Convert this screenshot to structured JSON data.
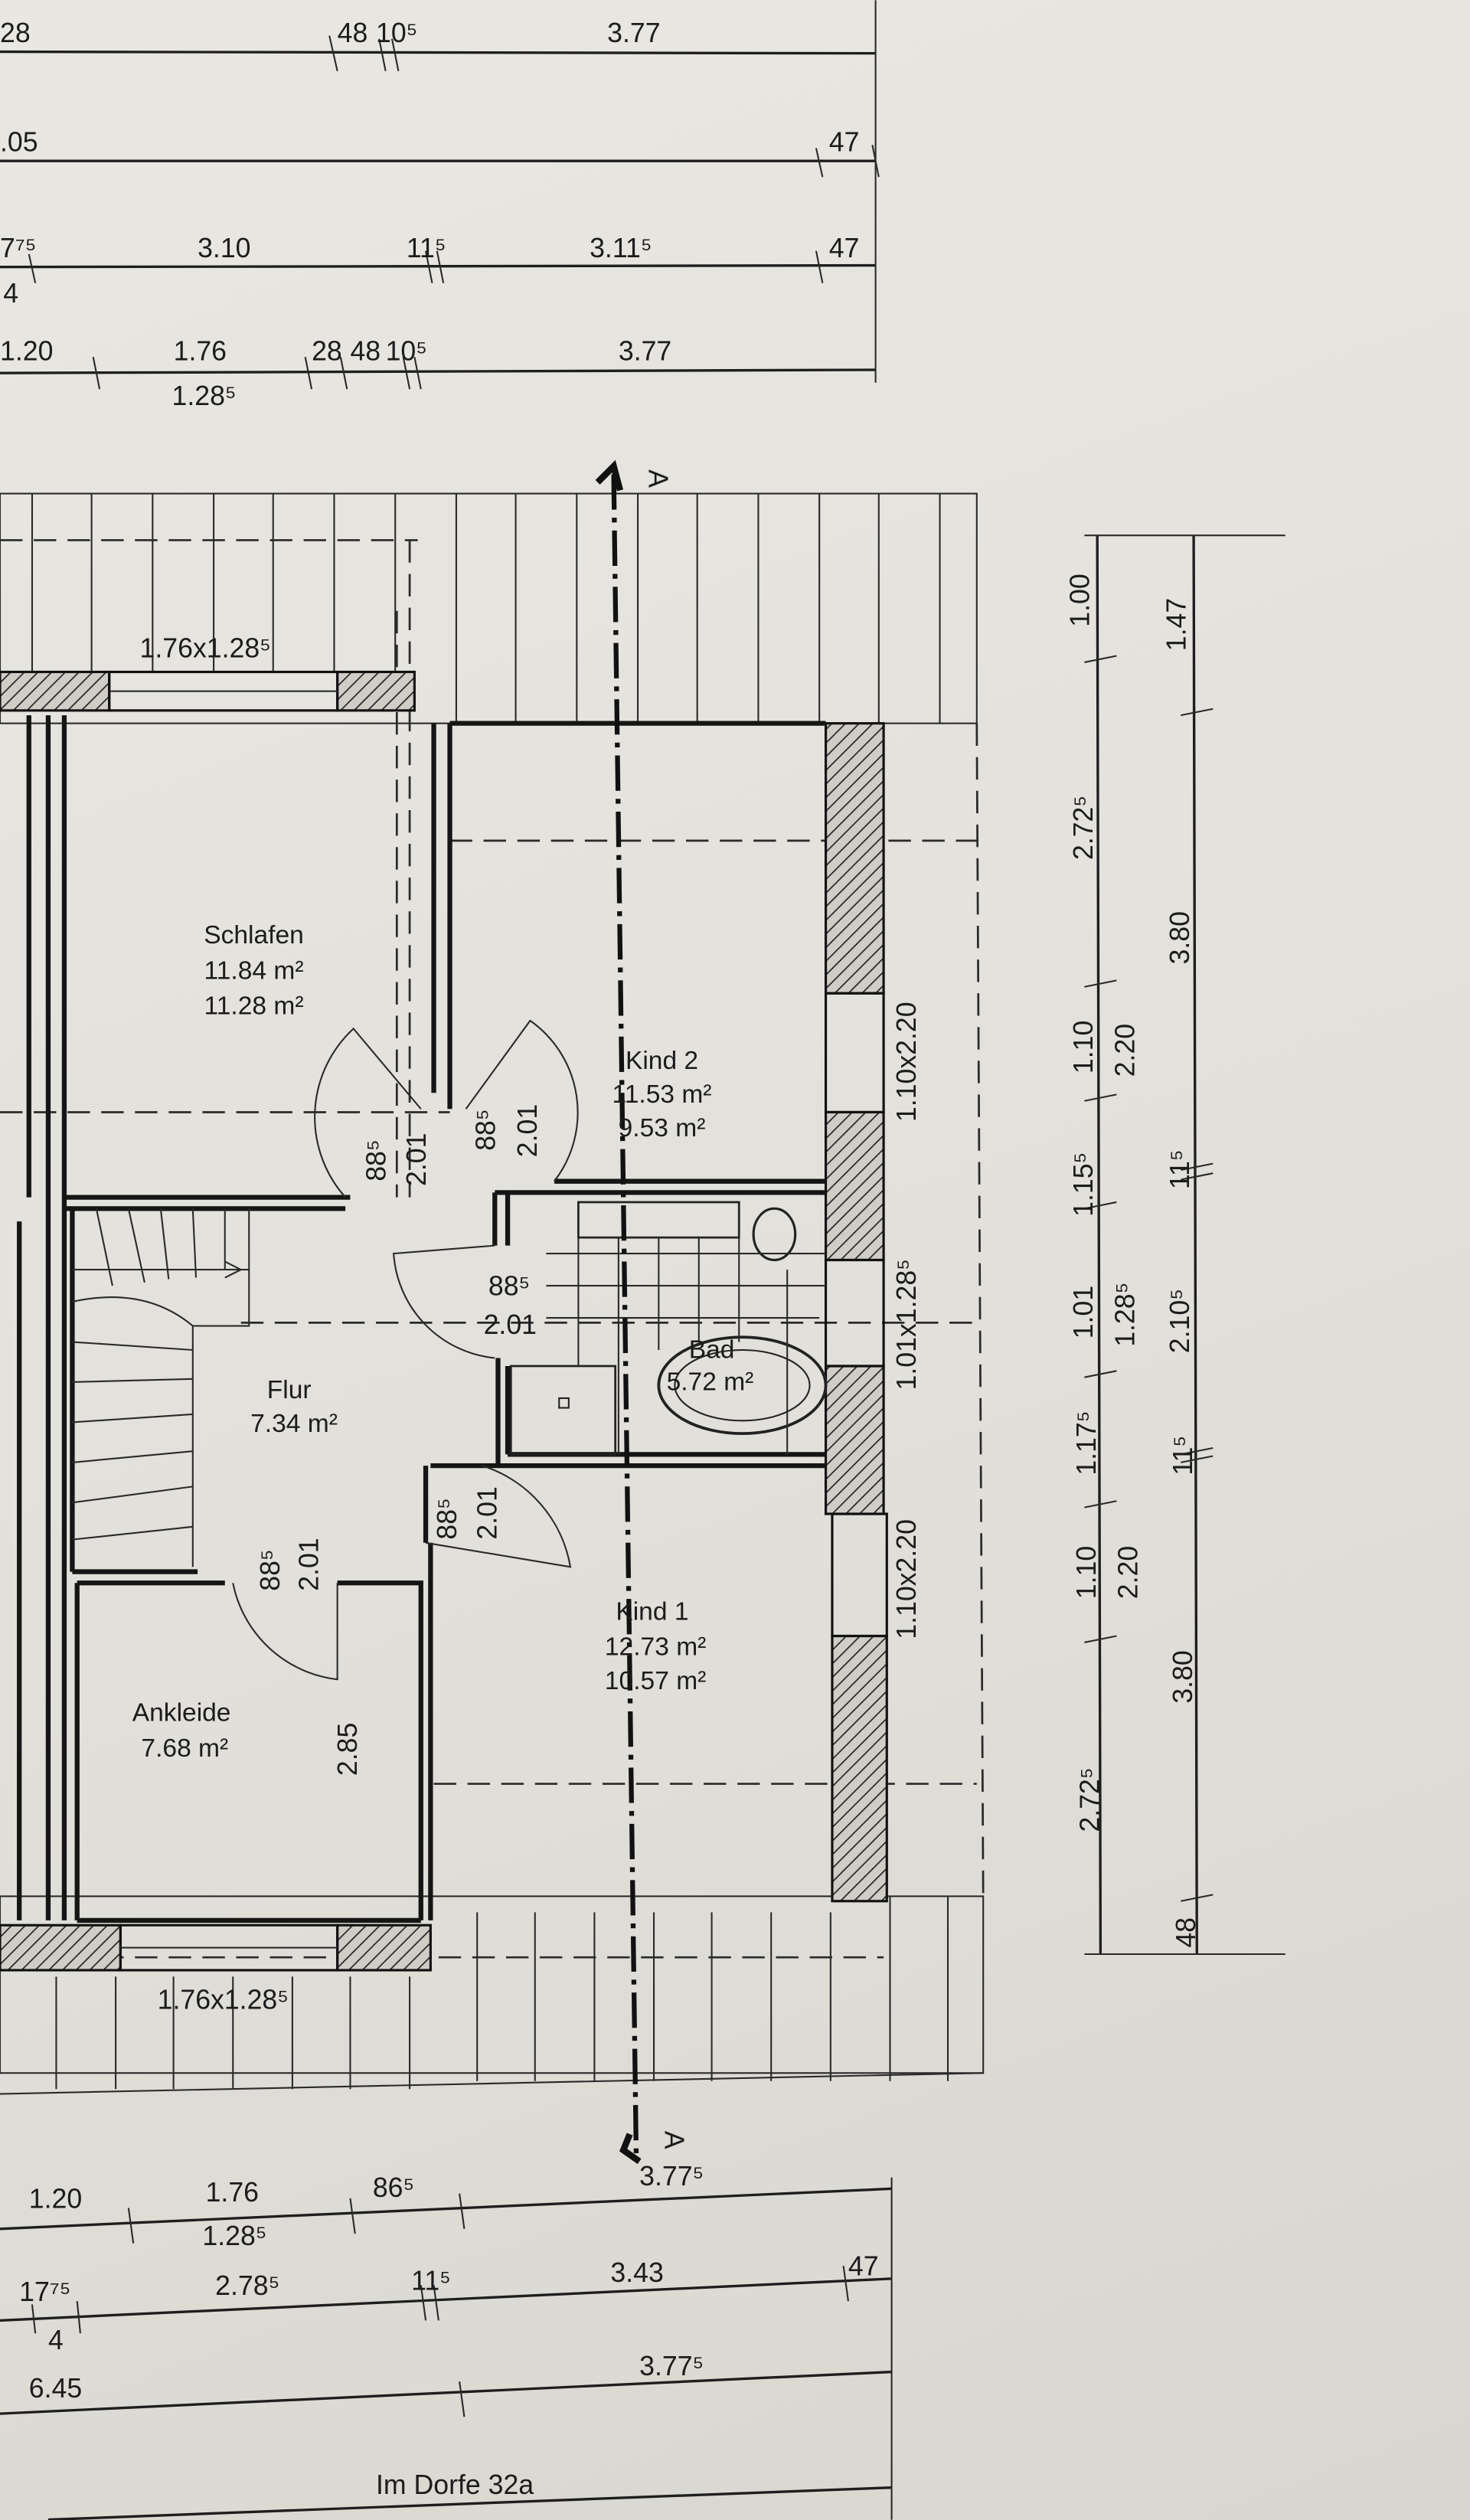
{
  "colors": {
    "paper": "#e3e1db",
    "ink": "#1c1c1c"
  },
  "top_dimensions": {
    "row1": [
      "28",
      "48",
      "10⁵",
      "3.77"
    ],
    "row2": [
      ".05",
      "47"
    ],
    "row3": [
      "7⁷⁵",
      "4",
      "3.10",
      "11⁵",
      "3.11⁵",
      "47"
    ],
    "row4": [
      "1.20",
      "1.76",
      "1.28⁵",
      "28",
      "48",
      "10⁵",
      "3.77"
    ]
  },
  "section_marker": {
    "label_top": "A",
    "label_bottom": "A"
  },
  "rooms": [
    {
      "name": "Schlafen",
      "area1": "11.84 m²",
      "area2": "11.28 m²"
    },
    {
      "name": "Kind 2",
      "area1": "11.53 m²",
      "area2": "9.53 m²"
    },
    {
      "name": "Flur",
      "area1": "7.34 m²"
    },
    {
      "name": "Bad",
      "area1": "5.72 m²"
    },
    {
      "name": "Kind 1",
      "area1": "12.73 m²",
      "area2": "10.57 m²"
    },
    {
      "name": "Ankleide",
      "area1": "7.68 m²"
    }
  ],
  "windows": {
    "top": "1.76x1.28⁵",
    "bottom": "1.76x1.28⁵",
    "right1": "1.10x2.20",
    "right2": "1.01x1.28⁵",
    "right3": "1.10x2.20"
  },
  "doors": {
    "width": "88⁵",
    "height": "2.01",
    "ankleide_wall": "2.85"
  },
  "right_dimensions": {
    "col1": [
      "1.00",
      "2.72⁵",
      "1.10",
      "1.15⁵",
      "1.01",
      "1.17⁵",
      "1.10",
      "2.72⁵"
    ],
    "col2": [
      "2.20",
      "1.28⁵",
      "2.20"
    ],
    "col3": [
      "1.47",
      "3.80",
      "11⁵",
      "2.10⁵",
      "11⁵",
      "3.80",
      "48"
    ]
  },
  "bottom_dimensions": {
    "row1": [
      "1.20",
      "1.76",
      "1.28⁵",
      "86⁵",
      "3.77⁵"
    ],
    "row2": [
      "17⁷⁵",
      "4",
      "2.78⁵",
      "11⁵",
      "3.43",
      "47"
    ],
    "row3": [
      "6.45",
      "3.77⁵"
    ],
    "address": "Im Dorfe 32a"
  }
}
